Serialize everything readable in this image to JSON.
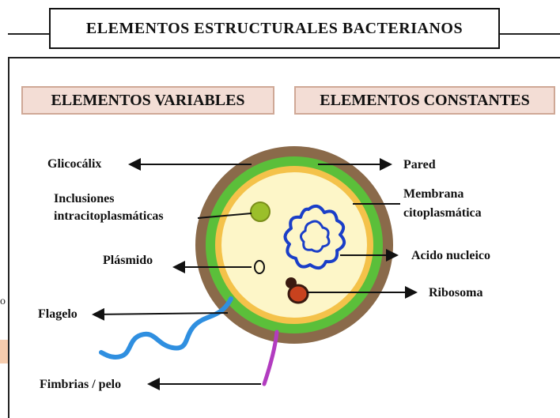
{
  "title": "ELEMENTOS ESTRUCTURALES BACTERIANOS",
  "headers": {
    "variable": "ELEMENTOS VARIABLES",
    "constant": "ELEMENTOS CONSTANTES"
  },
  "labels": {
    "glicocalix": "Glicocálix",
    "inclusiones_1": "Inclusiones",
    "inclusiones_2": "intracitoplasmáticas",
    "plasmido": "Plásmido",
    "flagelo": "Flagelo",
    "fimbrias": "Fimbrias / pelo",
    "pared": "Pared",
    "membrana_1": "Membrana",
    "membrana_2": "citoplasmática",
    "acido": "Acido nucleico",
    "ribosoma": "Ribosoma"
  },
  "stray_char": "o",
  "colors": {
    "capsule": "#8a6a4a",
    "wall": "#5bbf3a",
    "membrane": "#f4c24a",
    "cytoplasm": "#fdf6c8",
    "nucleic": "#1a3ec8",
    "flagellum": "#2f8fe0",
    "fimbria": "#b23cc0",
    "ribosome": "#c8421e",
    "inclusion": "#9bbf2a"
  }
}
